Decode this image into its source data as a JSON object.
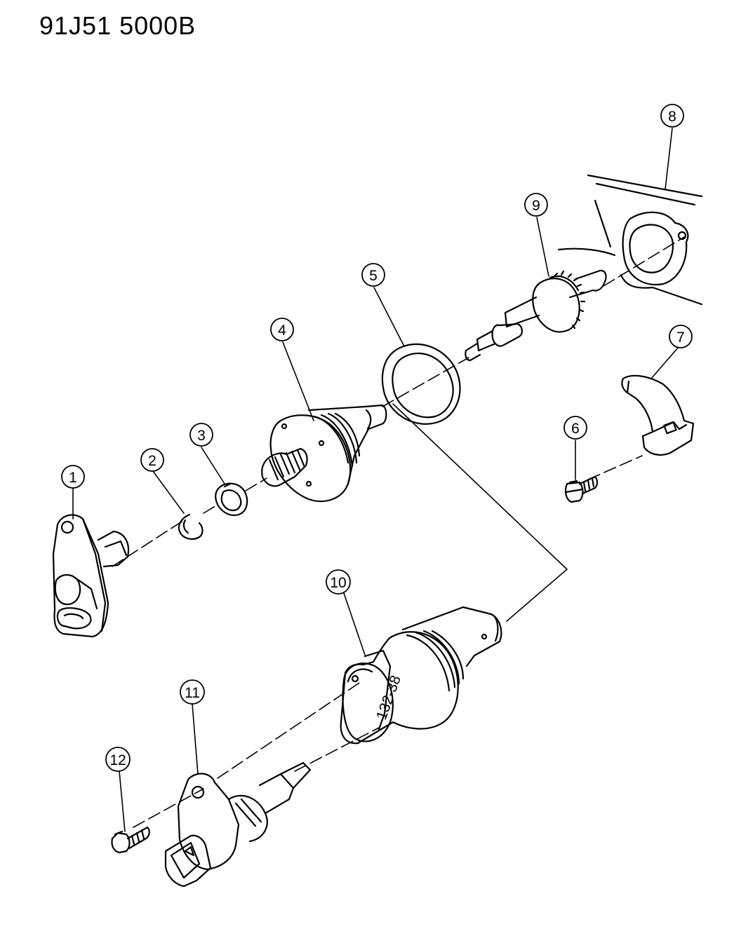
{
  "header": {
    "diagram_id": "91J51 5000B"
  },
  "callouts": [
    {
      "id": "1",
      "label": "1"
    },
    {
      "id": "2",
      "label": "2"
    },
    {
      "id": "3",
      "label": "3"
    },
    {
      "id": "4",
      "label": "4"
    },
    {
      "id": "5",
      "label": "5"
    },
    {
      "id": "6",
      "label": "6"
    },
    {
      "id": "7",
      "label": "7"
    },
    {
      "id": "8",
      "label": "8"
    },
    {
      "id": "9",
      "label": "9"
    },
    {
      "id": "10",
      "label": "10"
    },
    {
      "id": "11",
      "label": "11"
    },
    {
      "id": "12",
      "label": "12"
    }
  ],
  "part_markings": {
    "adapter_stamp": "132-38"
  },
  "colors": {
    "line": "#000000",
    "background": "#ffffff"
  }
}
